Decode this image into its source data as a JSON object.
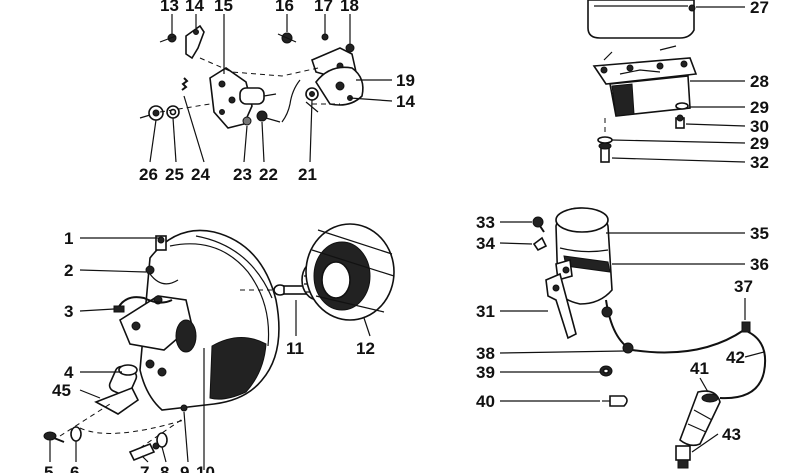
{
  "diagram": {
    "callouts": {
      "c13": "13",
      "c14a": "14",
      "c15": "15",
      "c16": "16",
      "c17": "17",
      "c18": "18",
      "c19": "19",
      "c14b": "14",
      "c21": "21",
      "c22": "22",
      "c23": "23",
      "c24": "24",
      "c25": "25",
      "c26": "26",
      "c27": "27",
      "c28": "28",
      "c29a": "29",
      "c30": "30",
      "c29b": "29",
      "c32": "32",
      "c1": "1",
      "c2": "2",
      "c3": "3",
      "c4": "4",
      "c45": "45",
      "c5": "5",
      "c6": "6",
      "c7": "7",
      "c8": "8",
      "c9": "9",
      "c10": "10",
      "c11": "11",
      "c12": "12",
      "c33": "33",
      "c34": "34",
      "c35": "35",
      "c36": "36",
      "c37": "37",
      "c31": "31",
      "c38": "38",
      "c39": "39",
      "c40": "40",
      "c41": "41",
      "c42": "42",
      "c43": "43"
    }
  }
}
